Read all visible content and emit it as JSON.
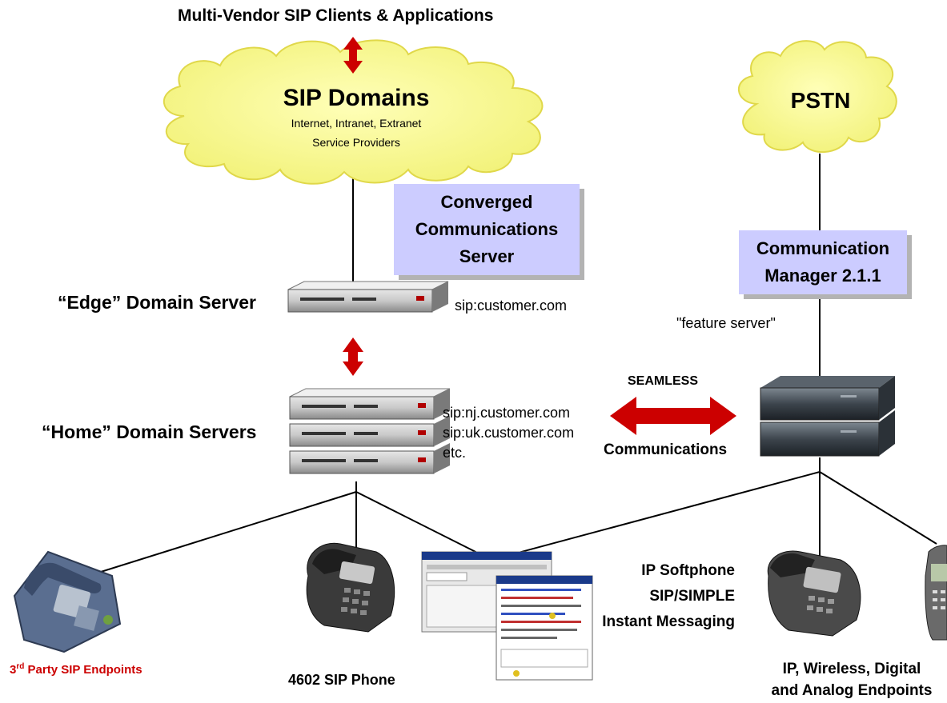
{
  "top_label": "Multi-Vendor SIP Clients & Applications",
  "sip_cloud": {
    "title": "SIP Domains",
    "line1": "Internet, Intranet, Extranet",
    "line2": "Service Providers"
  },
  "pstn_cloud": {
    "title": "PSTN"
  },
  "ccs_box": {
    "line1": "Converged",
    "line2": "Communications",
    "line3": "Server"
  },
  "cm_box": {
    "line1": "Communication",
    "line2": "Manager 2.1.1"
  },
  "feature_server": "\"feature server\"",
  "edge_server": {
    "label": "“Edge” Domain Server",
    "address": "sip:customer.com"
  },
  "home_servers": {
    "label": "“Home” Domain Servers",
    "addresses": [
      "sip:nj.customer.com",
      "sip:uk.customer.com",
      "etc."
    ]
  },
  "seamless": {
    "top": "SEAMLESS",
    "bottom": "Communications"
  },
  "softphone": {
    "line1": "IP Softphone",
    "line2": "SIP/SIMPLE",
    "line3": "Instant Messaging"
  },
  "endpoints": {
    "third_party": {
      "prefix": "3",
      "superscript": "rd",
      "rest": " Party SIP Endpoints"
    },
    "sip_phone": "4602 SIP Phone",
    "ip_wireless": {
      "line1": "IP, Wireless, Digital",
      "line2": "and Analog Endpoints"
    }
  },
  "colors": {
    "arrow": "#cc0000",
    "cloud": "#ffff99",
    "box": "#ccccff",
    "third_party_text": "#cc0000"
  }
}
